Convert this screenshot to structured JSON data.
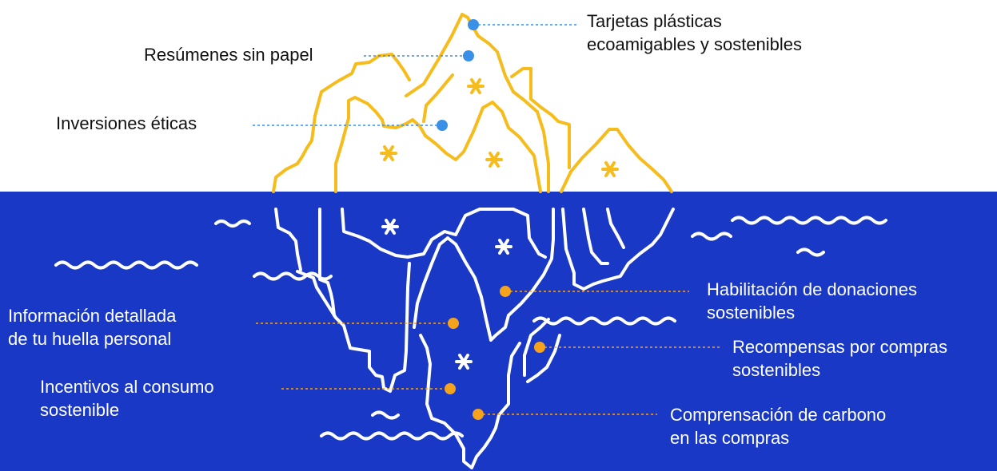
{
  "colors": {
    "water": "#1838C5",
    "ice_outline_above": "#F5BC1C",
    "ice_outline_below": "#ffffff",
    "marker_above": "#3A8FE6",
    "marker_below": "#F5A31C",
    "text_above": "#111111",
    "text_below": "#ffffff"
  },
  "icons": [
    "sparkle-icon",
    "wave-icon",
    "marker-dot-icon"
  ],
  "above_water": {
    "items": [
      {
        "line1": "Tarjetas plásticas",
        "line2": "ecoamigables y sostenibles"
      },
      {
        "line1": "Resúmenes sin papel",
        "line2": ""
      },
      {
        "line1": "Inversiones éticas",
        "line2": ""
      }
    ]
  },
  "below_water": {
    "items": [
      {
        "line1": "Habilitación de donaciones",
        "line2": "sostenibles"
      },
      {
        "line1": "Información detallada",
        "line2": "de tu huella personal"
      },
      {
        "line1": "Recompensas por compras",
        "line2": "sostenibles"
      },
      {
        "line1": "Incentivos al consumo",
        "line2": "sostenible"
      },
      {
        "line1": "Comprensación de carbono",
        "line2": "en las compras"
      }
    ]
  }
}
